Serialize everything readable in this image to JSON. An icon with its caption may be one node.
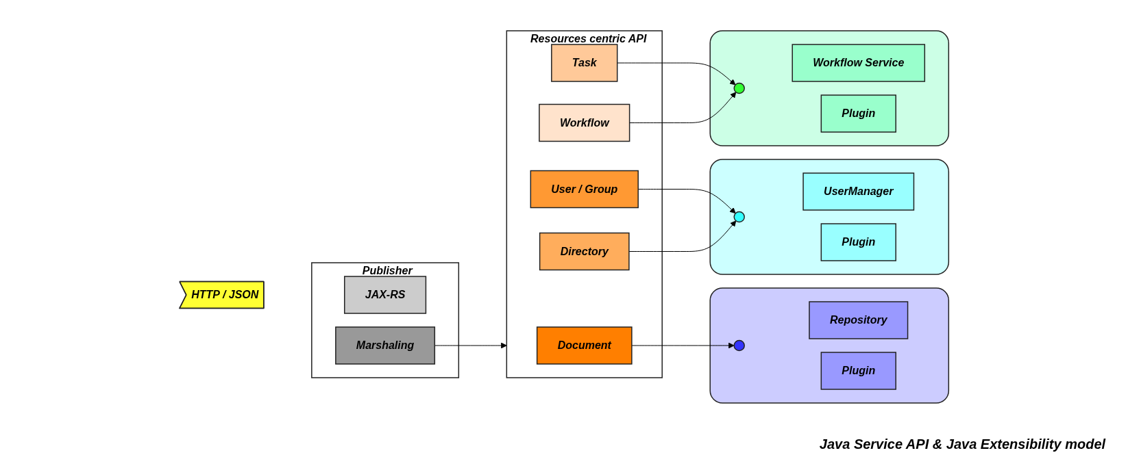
{
  "diagram": {
    "nodes": [
      {
        "text": [
          "HTTP / JSON"
        ]
      },
      {
        "text": [
          "Publisher"
        ]
      },
      {
        "text": [
          "JAX-RS"
        ],
        "in": 1
      },
      {
        "text": [
          "Marshaling"
        ],
        "in": 1
      },
      {
        "text": [
          "Resources centric API"
        ]
      },
      {
        "text": [
          "Document"
        ],
        "in": 4
      },
      {
        "text": [
          "User / Group"
        ],
        "in": 4
      },
      {
        "text": [
          "Directory"
        ],
        "in": 4
      },
      {
        "text": [
          "Task"
        ],
        "in": 4
      },
      {
        "text": [
          "Workflow"
        ],
        "in": 4
      },
      {
        "text": [],
        "shape": "box"
      },
      {
        "text": [],
        "shape": "circle",
        "in": 10
      },
      {
        "text": [
          "Repository"
        ],
        "in": 10
      },
      {
        "text": [
          "Plugin"
        ],
        "in": 10
      },
      {
        "text": [],
        "shape": "box"
      },
      {
        "text": [],
        "shape": "circle",
        "in": 14
      },
      {
        "text": [
          "UserManager"
        ],
        "in": 14
      },
      {
        "text": [
          "Plugin"
        ],
        "in": 14
      },
      {
        "text": [],
        "shape": "box"
      },
      {
        "text": [],
        "shape": "circle",
        "in": 18
      },
      {
        "text": [
          "Workflow Service"
        ],
        "in": 18
      },
      {
        "text": [
          "Plugin"
        ],
        "in": 18
      }
    ],
    "edges": [
      {
        "from": 3,
        "to": 4,
        "arrow": "to"
      },
      {
        "from": 5,
        "to": 11,
        "arrow": "to"
      },
      {
        "from": 6,
        "to": 15,
        "arrow": "to"
      },
      {
        "from": 7,
        "to": 15,
        "arrow": "to"
      },
      {
        "from": 8,
        "to": 19,
        "arrow": "to"
      },
      {
        "from": 9,
        "to": 19,
        "arrow": "to"
      }
    ],
    "labels": [
      "Java Service API & Java Extensibility model"
    ]
  }
}
